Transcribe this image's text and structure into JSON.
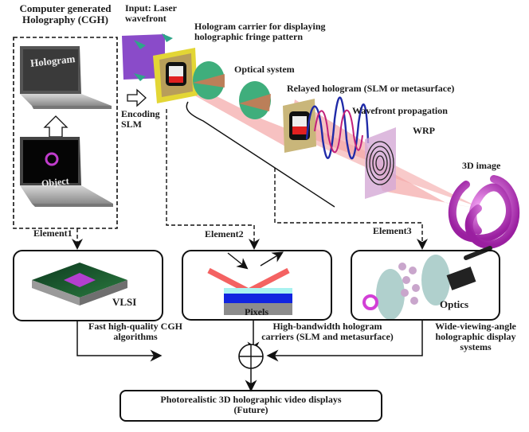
{
  "figure": {
    "cgh_title": "Computer generated\nHolography (CGH)",
    "hologram_screen": "Hologram",
    "object_screen": "Object",
    "input_label": "Input: Laser\nwavefront",
    "encoding_label": "Encoding\nSLM",
    "carrier_label": "Hologram carrier for displaying\nholographic fringe pattern",
    "optical_system_label": "Optical system",
    "relayed_label": "Relayed hologram (SLM or metasurface)",
    "wavefront_label": "Wavefront propagation",
    "wrp_label": "WRP",
    "image3d_label": "3D image"
  },
  "elements": [
    {
      "name": "Element1",
      "inner_label": "VLSI",
      "caption": "Fast high-quality CGH\nalgorithms"
    },
    {
      "name": "Element2",
      "inner_label": "Pixels",
      "caption": "High-bandwidth hologram\ncarriers (SLM and metasurface)"
    },
    {
      "name": "Element3",
      "inner_label": "Optics",
      "caption": "Wide-viewing-angle\nholographic display\nsystems"
    }
  ],
  "output": {
    "label": "Photorealistic 3D holographic video displays\n(Future)"
  },
  "colors": {
    "beam": "#f4a6a6",
    "lens": "#3fae7c",
    "slm_frame": "#e3d635",
    "laser_plane": "#8a4bc9",
    "knot": "#d23fd6",
    "wave_blue": "#1f2aa8",
    "wave_magenta": "#c2207a",
    "pixels_blue": "#1024e0",
    "pixels_gray": "#8c8c8c",
    "pixels_cyan": "#a8f2f0"
  }
}
